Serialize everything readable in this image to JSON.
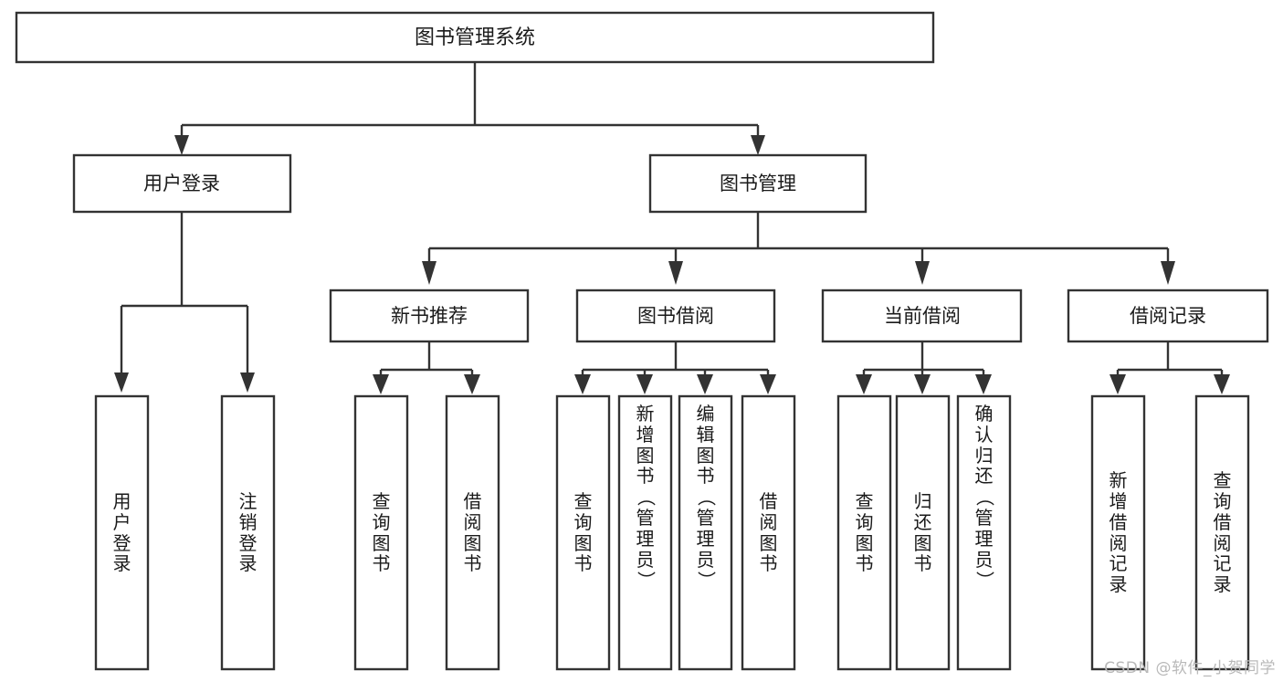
{
  "diagram": {
    "type": "tree",
    "title": "图书管理系统",
    "watermark": "CSDN @软件_小贺同学",
    "colors": {
      "stroke": "#333333",
      "fill": "#ffffff",
      "text": "#1a1a1a",
      "watermark": "#b9b9b9"
    },
    "root": {
      "label": "图书管理系统"
    },
    "level2": [
      {
        "id": "user-login",
        "label": "用户登录"
      },
      {
        "id": "book-manage",
        "label": "图书管理"
      }
    ],
    "level3": [
      {
        "id": "new-book-recommend",
        "label": "新书推荐"
      },
      {
        "id": "book-borrow",
        "label": "图书借阅"
      },
      {
        "id": "current-borrow",
        "label": "当前借阅"
      },
      {
        "id": "borrow-record",
        "label": "借阅记录"
      }
    ],
    "leaves": {
      "user_login": [
        {
          "id": "leaf-user-login",
          "label": "用户登录",
          "chars": [
            "用",
            "户",
            "登",
            "录"
          ]
        },
        {
          "id": "leaf-user-logout",
          "label": "注销登录",
          "chars": [
            "注",
            "销",
            "登",
            "录"
          ]
        }
      ],
      "new_book_recommend": [
        {
          "id": "leaf-query-book-1",
          "label": "查询图书",
          "chars": [
            "查",
            "询",
            "图",
            "书"
          ]
        },
        {
          "id": "leaf-borrow-book-1",
          "label": "借阅图书",
          "chars": [
            "借",
            "阅",
            "图",
            "书"
          ]
        }
      ],
      "book_borrow": [
        {
          "id": "leaf-query-book-2",
          "label": "查询图书",
          "chars": [
            "查",
            "询",
            "图",
            "书"
          ]
        },
        {
          "id": "leaf-add-book",
          "label": "新增图书（管理员）",
          "chars": [
            "新",
            "增",
            "图",
            "书",
            "（",
            "管",
            "理",
            "员",
            "）"
          ]
        },
        {
          "id": "leaf-edit-book",
          "label": "编辑图书（管理员）",
          "chars": [
            "编",
            "辑",
            "图",
            "书",
            "（",
            "管",
            "理",
            "员",
            "）"
          ]
        },
        {
          "id": "leaf-borrow-book-2",
          "label": "借阅图书",
          "chars": [
            "借",
            "阅",
            "图",
            "书"
          ]
        }
      ],
      "current_borrow": [
        {
          "id": "leaf-query-book-3",
          "label": "查询图书",
          "chars": [
            "查",
            "询",
            "图",
            "书"
          ]
        },
        {
          "id": "leaf-return-book",
          "label": "归还图书",
          "chars": [
            "归",
            "还",
            "图",
            "书"
          ]
        },
        {
          "id": "leaf-confirm-return",
          "label": "确认归还（管理员）",
          "chars": [
            "确",
            "认",
            "归",
            "还",
            "（",
            "管",
            "理",
            "员",
            "）"
          ]
        }
      ],
      "borrow_record": [
        {
          "id": "leaf-add-record",
          "label": "新增借阅记录",
          "chars": [
            "新",
            "增",
            "借",
            "阅",
            "记",
            "录"
          ]
        },
        {
          "id": "leaf-query-record",
          "label": "查询借阅记录",
          "chars": [
            "查",
            "询",
            "借",
            "阅",
            "记",
            "录"
          ]
        }
      ]
    }
  }
}
